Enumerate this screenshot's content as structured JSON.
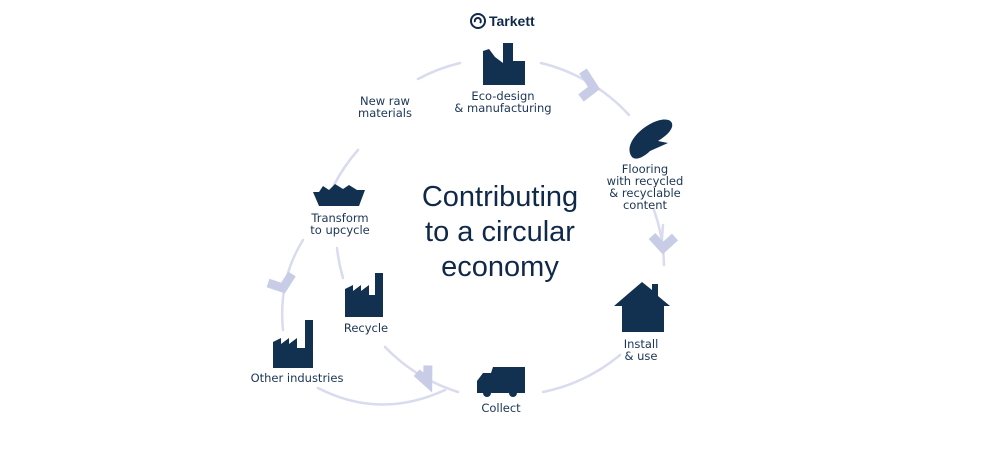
{
  "logo": {
    "text": "Tarkett"
  },
  "title": {
    "line1": "Contributing",
    "line2": "to a circular",
    "line3": "economy"
  },
  "steps": [
    {
      "id": "eco-design",
      "line1": "Eco-design",
      "line2": "& manufacturing",
      "icon": "factory-icon"
    },
    {
      "id": "flooring",
      "line1": "Flooring",
      "line2": "with recycled",
      "line3": "& recyclable",
      "line4": "content",
      "icon": "flooring-roll-icon"
    },
    {
      "id": "install",
      "line1": "Install",
      "line2": "& use",
      "icon": "house-icon"
    },
    {
      "id": "collect",
      "line1": "Collect",
      "icon": "truck-icon"
    },
    {
      "id": "recycle",
      "line1": "Recycle",
      "icon": "recycling-plant-icon"
    },
    {
      "id": "other-industries",
      "line1": "Other industries",
      "icon": "industry-icon"
    },
    {
      "id": "transform",
      "line1": "Transform",
      "line2": "to upcycle",
      "icon": "container-icon"
    },
    {
      "id": "new-raw",
      "line1": "New raw",
      "line2": "materials"
    }
  ],
  "colors": {
    "navy": "#12304f",
    "arc": "#d9dbee",
    "arrow": "#c9cce6"
  }
}
